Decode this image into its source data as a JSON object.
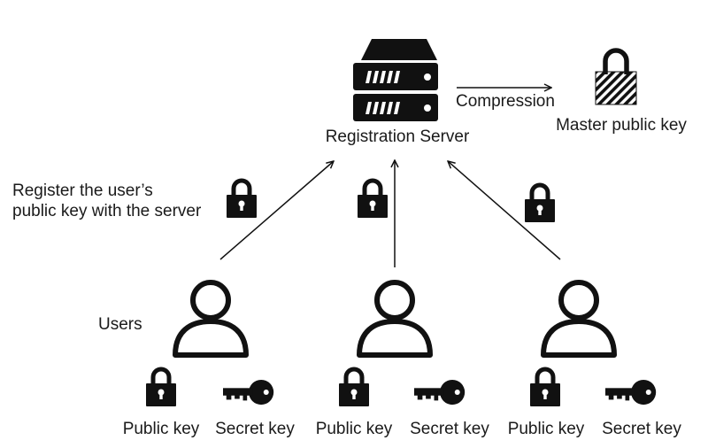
{
  "server": {
    "label": "Registration Server"
  },
  "master": {
    "compression_label": "Compression",
    "label": "Master public key"
  },
  "register_note": {
    "line1": "Register the user’s",
    "line2": "public key with the server"
  },
  "users_label": "Users",
  "users": [
    {
      "public_key_label": "Public key",
      "secret_key_label": "Secret key"
    },
    {
      "public_key_label": "Public key",
      "secret_key_label": "Secret key"
    },
    {
      "public_key_label": "Public key",
      "secret_key_label": "Secret key"
    }
  ],
  "icons": {
    "server": "server-icon",
    "master_lock": "hatched-lock-icon",
    "lock": "lock-icon",
    "user": "user-icon",
    "key": "key-icon"
  },
  "colors": {
    "ink": "#111111",
    "background": "#ffffff"
  }
}
